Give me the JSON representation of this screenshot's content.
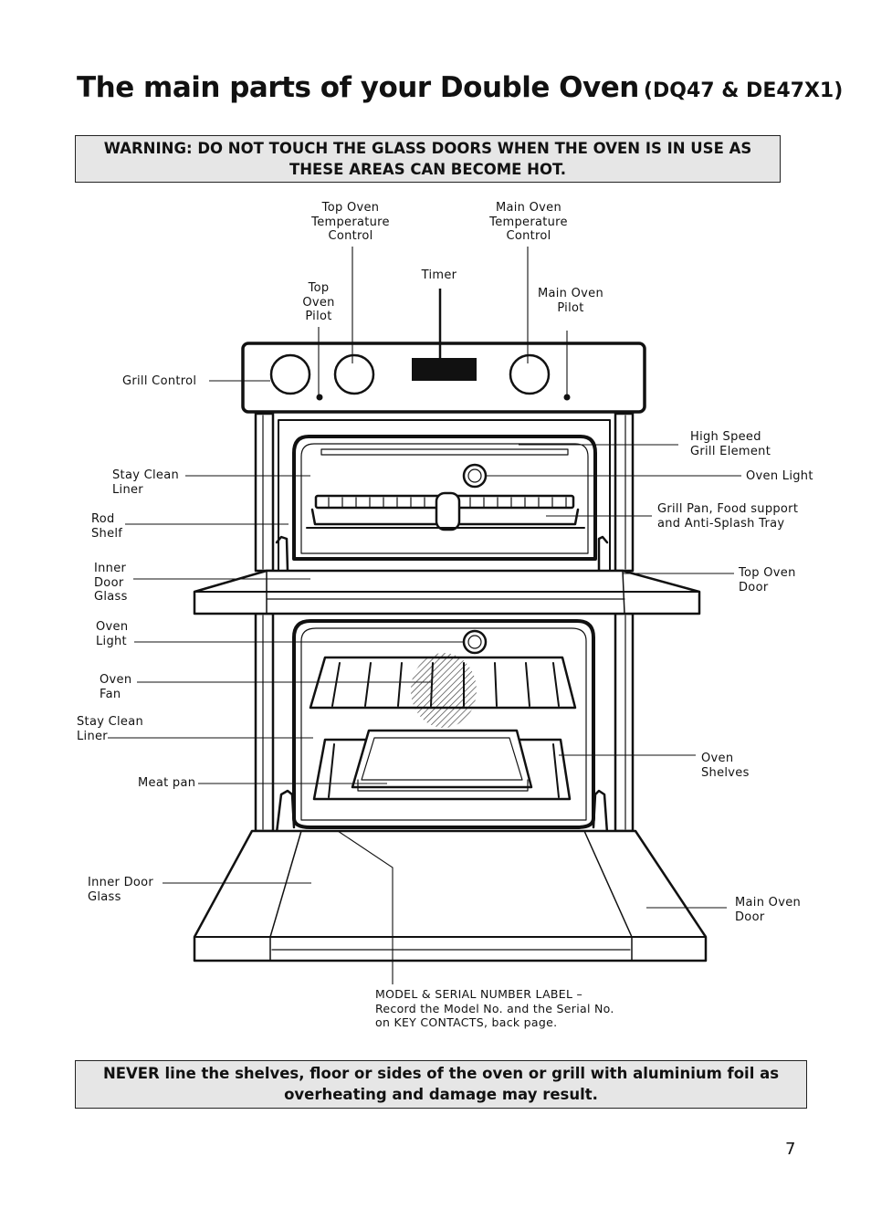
{
  "header": {
    "title": "The main parts of your Double Oven",
    "models": "(DQ47 & DE47X1)"
  },
  "warning": "WARNING: DO NOT TOUCH THE GLASS DOORS WHEN THE OVEN IS IN USE AS THESE AREAS CAN BECOME HOT.",
  "labels": {
    "top_oven_temp": "Top Oven\nTemperature\nControl",
    "main_oven_temp": "Main Oven\nTemperature\nControl",
    "timer": "Timer",
    "top_oven_pilot": "Top\nOven\nPilot",
    "main_oven_pilot": "Main Oven\nPilot",
    "grill_control": "Grill Control",
    "high_speed_grill": "High Speed\nGrill Element",
    "stay_clean_liner_top": "Stay Clean\nLiner",
    "oven_light_top": "Oven Light",
    "rod_shelf": "Rod\nShelf",
    "grill_pan": "Grill Pan, Food support\nand Anti-Splash Tray",
    "inner_door_glass_top": "Inner\nDoor\nGlass",
    "top_oven_door": "Top Oven\nDoor",
    "oven_light_main": "Oven\nLight",
    "oven_fan": "Oven\nFan",
    "stay_clean_liner_main": "Stay Clean\nLiner",
    "oven_shelves": "Oven\nShelves",
    "meat_pan": "Meat pan",
    "inner_door_glass_main": "Inner Door\nGlass",
    "main_oven_door": "Main Oven\nDoor",
    "model_serial": "MODEL & SERIAL NUMBER LABEL –\nRecord the Model No. and the Serial No.\non KEY CONTACTS, back page."
  },
  "notice": "NEVER line the shelves, floor or sides of the oven or grill with aluminium foil as overheating and damage may result.",
  "page_number": "7"
}
